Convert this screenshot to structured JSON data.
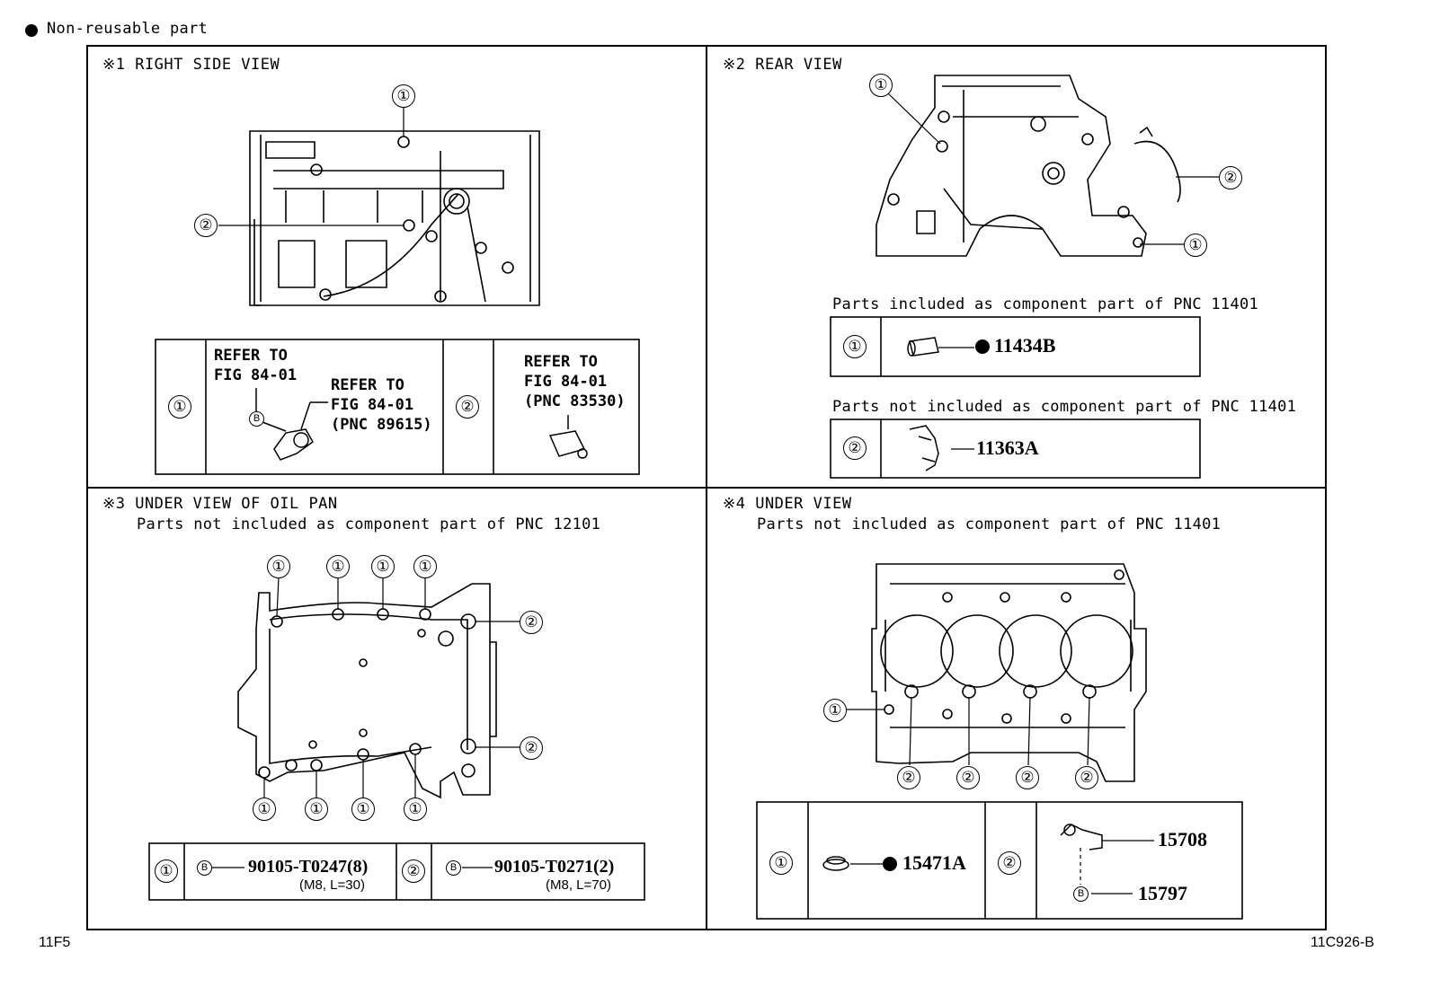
{
  "header": {
    "legend_text": "Non-reusable part"
  },
  "footer": {
    "left_code": "11F5",
    "right_code": "11C926-B"
  },
  "panels": {
    "p1": {
      "title": "※1 RIGHT SIDE VIEW",
      "callouts": [
        "①",
        "②"
      ],
      "table": {
        "row1_num": "①",
        "ref_a": "REFER TO\nFIG 84-01",
        "ref_b": "REFER TO\nFIG 84-01\n(PNC 89615)",
        "b_mark": "B",
        "row2_num": "②",
        "ref_c": "REFER TO\nFIG 84-01\n(PNC 83530)"
      }
    },
    "p2": {
      "title": "※2 REAR VIEW",
      "callouts": [
        "①",
        "②",
        "①"
      ],
      "included_note": "Parts included as component part of PNC 11401",
      "not_included_note": "Parts not included as component part of PNC 11401",
      "row1": {
        "num": "①",
        "part": "11434B"
      },
      "row2": {
        "num": "②",
        "part": "11363A"
      }
    },
    "p3": {
      "title": "※3 UNDER VIEW OF OIL PAN",
      "note": "Parts not included as component part of PNC 12101",
      "callouts_top": [
        "①",
        "①",
        "①",
        "①"
      ],
      "callouts_right": [
        "②",
        "②"
      ],
      "callouts_bottom": [
        "①",
        "①",
        "①",
        "①"
      ],
      "row1": {
        "num": "①",
        "b_mark": "B",
        "part": "90105-T0247(8)",
        "spec": "(M8, L=30)"
      },
      "row2": {
        "num": "②",
        "b_mark": "B",
        "part": "90105-T0271(2)",
        "spec": "(M8, L=70)"
      }
    },
    "p4": {
      "title": "※4 UNDER VIEW",
      "note": "Parts not included as component part of PNC 11401",
      "callouts_left": [
        "①"
      ],
      "callouts_bottom": [
        "②",
        "②",
        "②",
        "②"
      ],
      "row1": {
        "num": "①",
        "part": "15471A"
      },
      "row2": {
        "num": "②",
        "part_a": "15708",
        "b_mark": "B",
        "part_b": "15797"
      }
    }
  }
}
